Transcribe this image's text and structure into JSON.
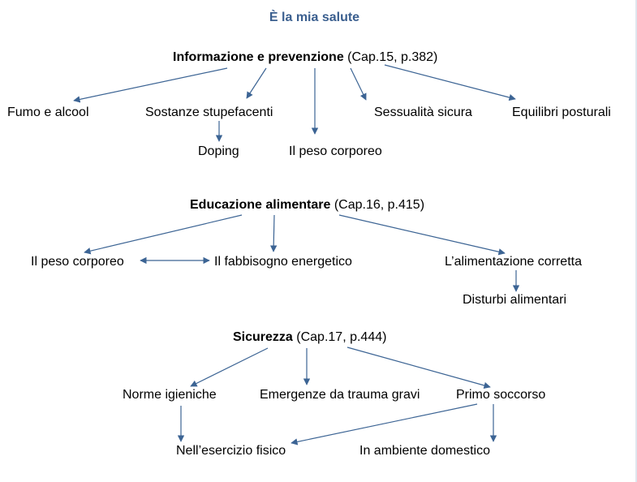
{
  "title": "È la mia salute",
  "colors": {
    "title": "#3b5f8f",
    "arrow": "#3c6494"
  },
  "section1": {
    "head_bold": "Informazione e prevenzione",
    "head_ref": "(Cap.15, p.382)",
    "items": {
      "fumo": "Fumo e alcool",
      "sostanze": "Sostanze stupefacenti",
      "doping": "Doping",
      "peso": "Il peso corporeo",
      "sessualita": "Sessualità sicura",
      "equilibri": "Equilibri posturali"
    }
  },
  "section2": {
    "head_bold": "Educazione alimentare",
    "head_ref": "(Cap.16, p.415)",
    "items": {
      "peso": "Il peso corporeo",
      "fabbisogno": "Il fabbisogno energetico",
      "alimentazione": "L’alimentazione corretta",
      "disturbi": "Disturbi alimentari"
    }
  },
  "section3": {
    "head_bold": "Sicurezza",
    "head_ref": "(Cap.17, p.444)",
    "items": {
      "norme": "Norme igieniche",
      "emergenze": "Emergenze da trauma gravi",
      "primo": "Primo soccorso",
      "esercizio": "Nell’esercizio  fisico",
      "domestico": "In ambiente domestico"
    }
  }
}
